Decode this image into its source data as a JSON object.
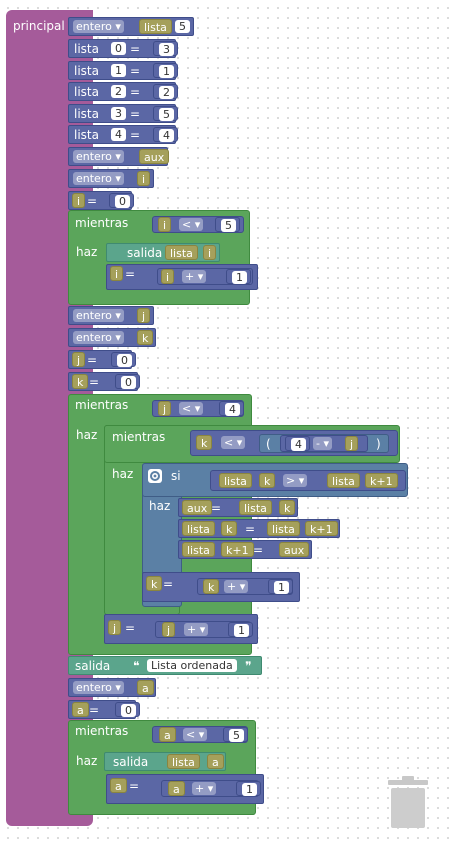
{
  "procedure": {
    "name": "principal"
  },
  "labels": {
    "entero": "entero ▾",
    "lista": "lista",
    "eq": "=",
    "mientras": "mientras",
    "haz": "haz",
    "salida": "salida",
    "si": "si",
    "lt": "< ▾",
    "gt": "> ▾",
    "plus": "+ ▾",
    "minus": "- ▾",
    "lparen": "(",
    "rparen": ")",
    "quote_open": "❝",
    "quote_close": "❞"
  },
  "vars": {
    "lista": "lista",
    "aux": "aux",
    "i": "i",
    "j": "j",
    "k": "k",
    "a": "a",
    "k1": "k+1"
  },
  "nums": {
    "n0": "0",
    "n1": "1",
    "n2": "2",
    "n3": "3",
    "n4": "4",
    "n5": "5"
  },
  "assign": [
    {
      "idx": "0",
      "val": "3"
    },
    {
      "idx": "1",
      "val": "1"
    },
    {
      "idx": "2",
      "val": "2"
    },
    {
      "idx": "3",
      "val": "5"
    },
    {
      "idx": "4",
      "val": "4"
    }
  ],
  "text_literal": "Lista ordenada",
  "colors": {
    "procedure": "#a55b9a",
    "variable_block": "#5b67a5",
    "loop": "#5ba55b",
    "logic": "#5b80a5",
    "text": "#5ba58c",
    "variable_chip": "#a5a05b"
  },
  "icons": {
    "trash": "trash-icon",
    "gear": "gear-icon"
  }
}
